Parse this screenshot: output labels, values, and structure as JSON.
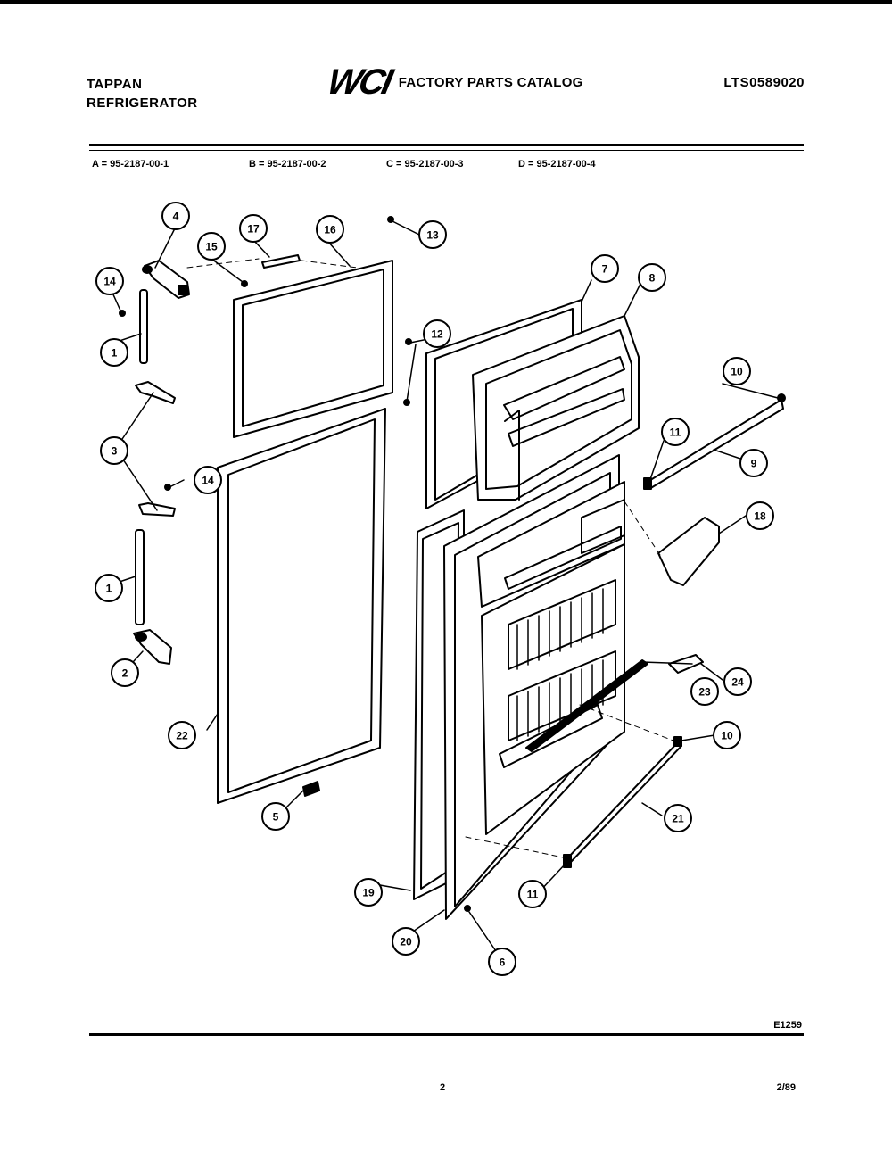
{
  "header": {
    "brand_line1": "TAPPAN",
    "brand_line2": "REFRIGERATOR",
    "logo_text": "WCI",
    "catalog_title": "FACTORY PARTS CATALOG",
    "model_number": "LTS0589020"
  },
  "variants": [
    "A = 95-2187-00-1",
    "B = 95-2187-00-2",
    "C = 95-2187-00-3",
    "D = 95-2187-00-4"
  ],
  "callouts": [
    "1",
    "2",
    "3",
    "4",
    "5",
    "6",
    "7",
    "8",
    "9",
    "10",
    "11",
    "12",
    "13",
    "14",
    "15",
    "16",
    "17",
    "18",
    "19",
    "20",
    "21",
    "22",
    "23",
    "24"
  ],
  "footer": {
    "drawing_code": "E1259",
    "page_number": "2",
    "date": "2/89"
  }
}
